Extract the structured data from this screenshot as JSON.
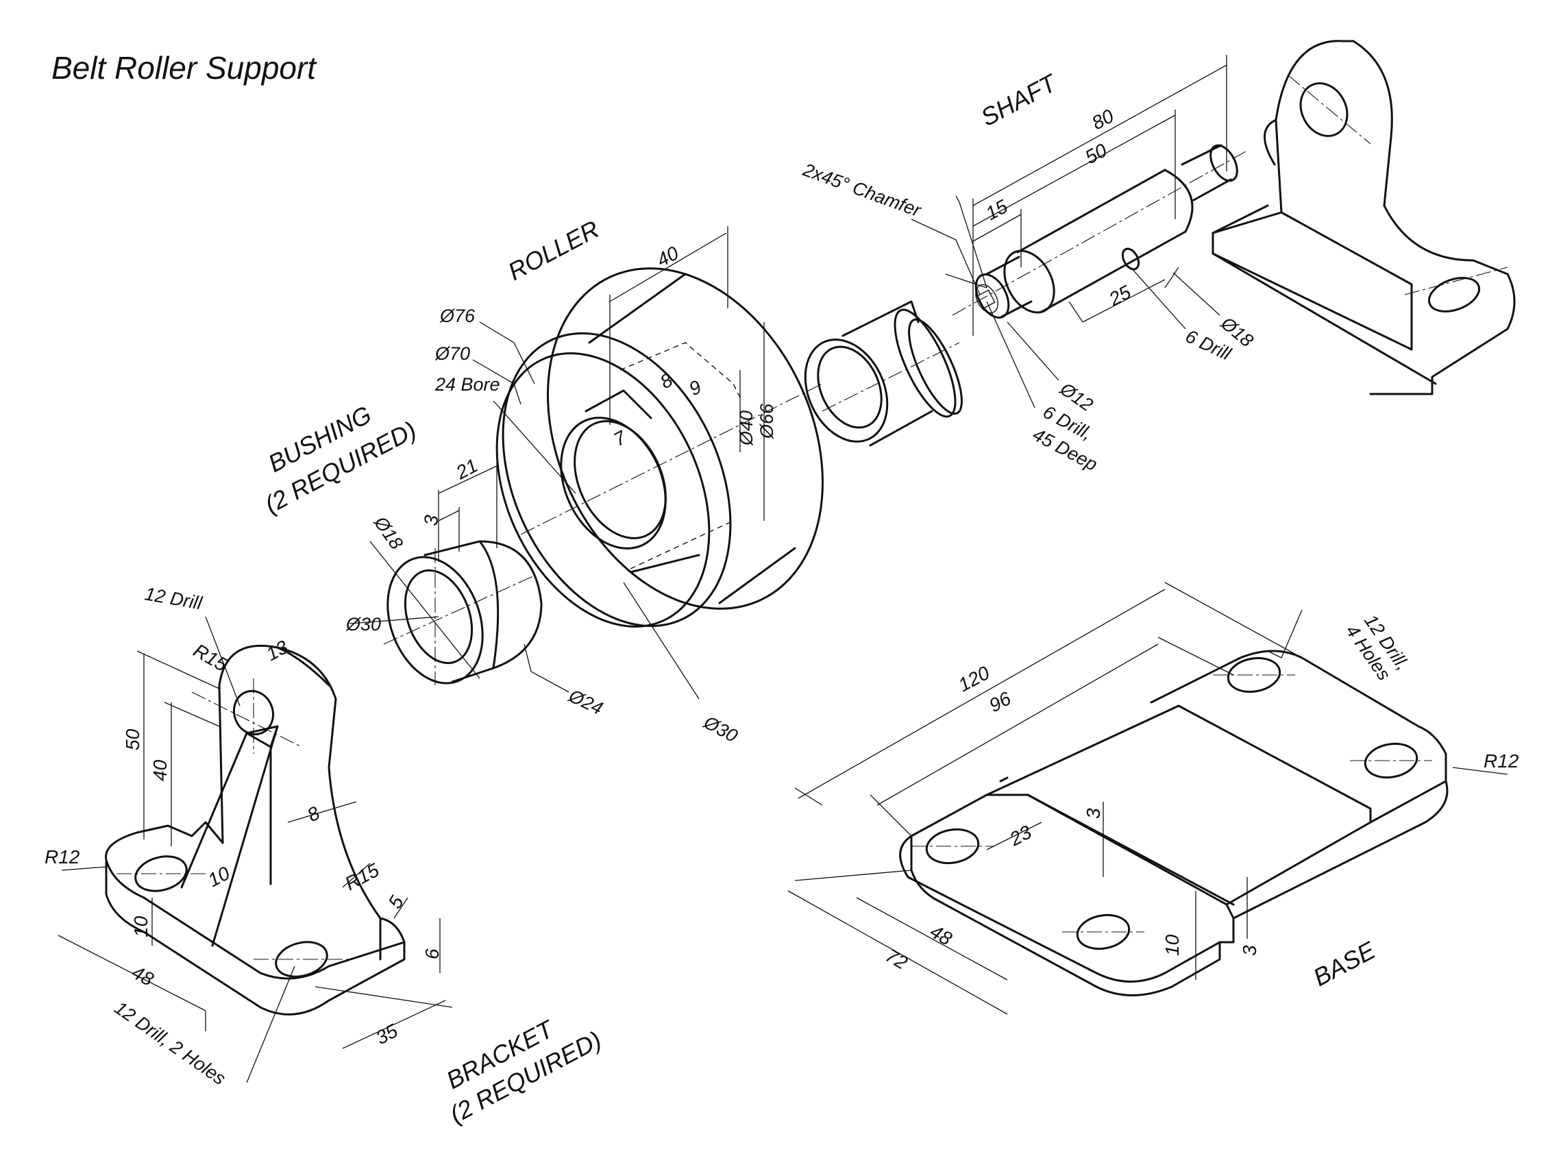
{
  "title": "Belt Roller Support",
  "parts": {
    "shaft": {
      "name": "SHAFT",
      "length_80": "80",
      "length_50": "50",
      "length_15": "15",
      "length_25": "25",
      "chamfer_note": "2x45° Chamfer",
      "dia_18": "Ø18",
      "dia_12": "Ø12",
      "drill_note": "6 Drill",
      "deep_drill_line1": "6 Drill,",
      "deep_drill_line2": "45 Deep"
    },
    "roller": {
      "name": "ROLLER",
      "width_40": "40",
      "dia_76": "Ø76",
      "dia_70": "Ø70",
      "bore_note": "24 Bore",
      "dim_8": "8",
      "dim_9": "9",
      "dim_7": "7",
      "dia_40": "Ø40",
      "dia_66": "Ø66",
      "dia_30": "Ø30"
    },
    "bushing": {
      "name_line1": "BUSHING",
      "name_line2": "(2 REQUIRED)",
      "length_21": "21",
      "flange_3": "3",
      "dia_18": "Ø18",
      "dia_30": "Ø30",
      "dia_24": "Ø24"
    },
    "bracket": {
      "name_line1": "BRACKET",
      "name_line2": "(2 REQUIRED)",
      "drill_top": "12 Drill",
      "r15_top": "R15",
      "dim_13": "13",
      "height_50": "50",
      "height_40": "40",
      "rib_8": "8",
      "rib_10": "10",
      "r12": "R12",
      "r15_side": "R15",
      "dim_5": "5",
      "dim_6": "6",
      "base_10": "10",
      "length_48": "48",
      "width_35": "35",
      "drill_note": "12 Drill, 2 Holes"
    },
    "base": {
      "name": "BASE",
      "length_120": "120",
      "length_96": "96",
      "drill_note_line1": "12 Drill,",
      "drill_note_line2": "4 Holes",
      "r12": "R12",
      "step_3a": "3",
      "step_23": "23",
      "step_3b": "3",
      "thick_10": "10",
      "width_48": "48",
      "width_72": "72"
    }
  }
}
